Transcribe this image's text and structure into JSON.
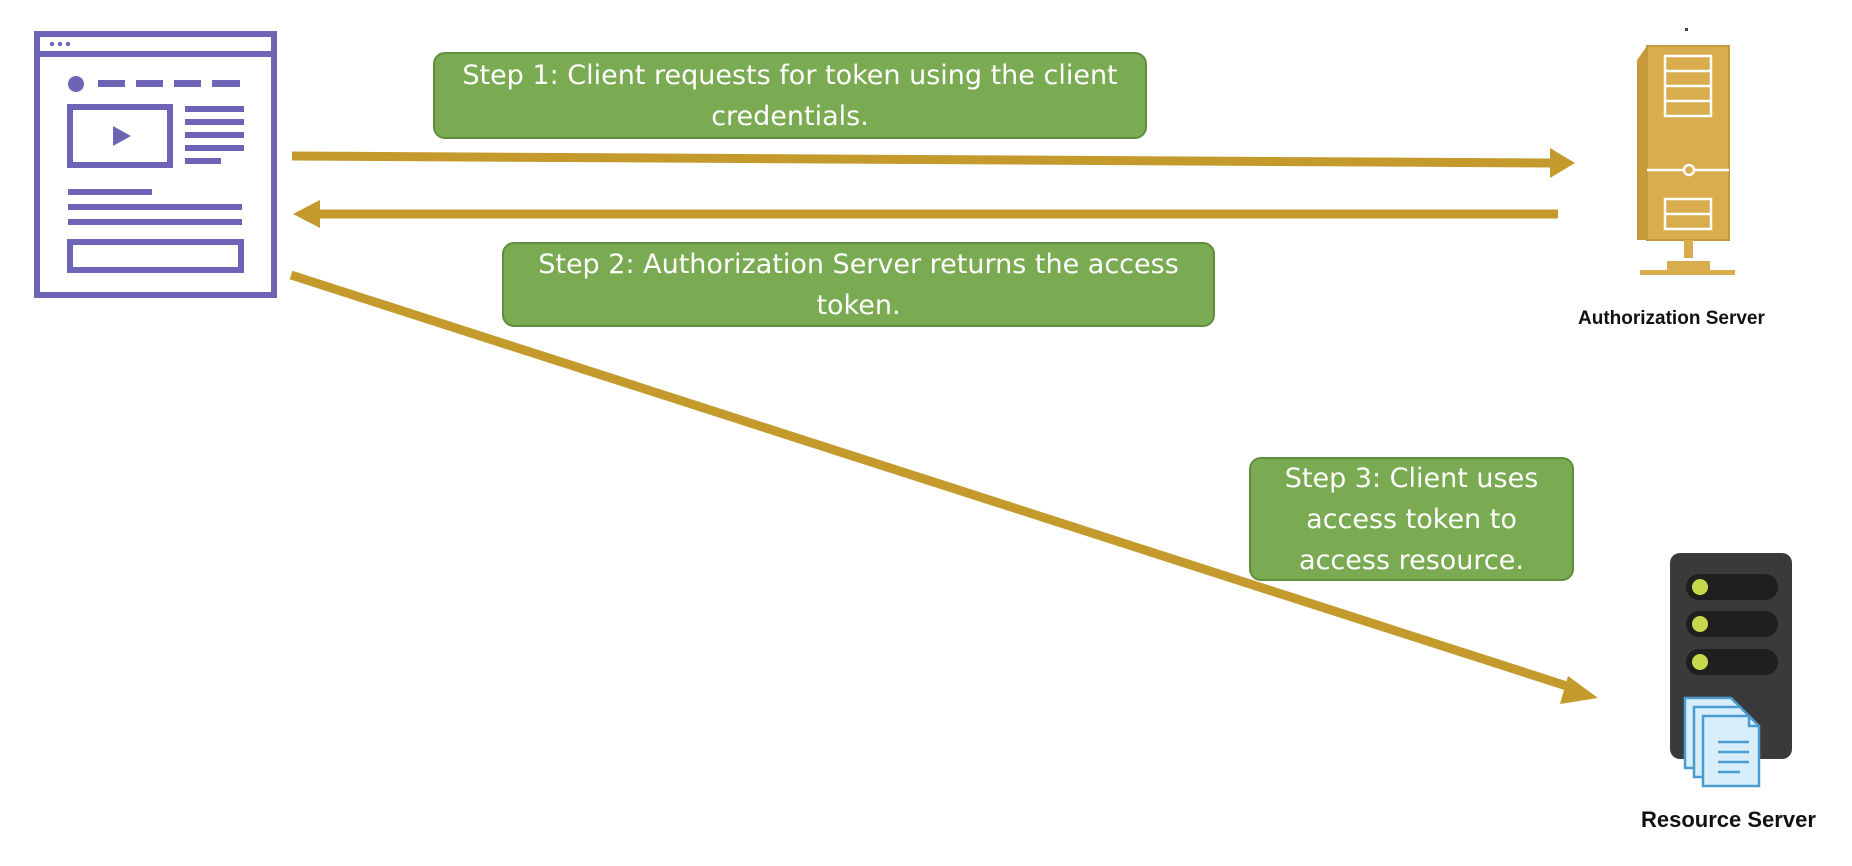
{
  "steps": {
    "step1": "Step 1: Client requests for token using the client credentials.",
    "step2": "Step 2: Authorization Server returns the access token.",
    "step3": "Step 3: Client uses access token to access resource."
  },
  "servers": {
    "authorization": {
      "label": "Authorization Server",
      "icon": "authorization-server-icon"
    },
    "resource": {
      "label": "Resource Server",
      "icon": "resource-server-icon"
    }
  },
  "client": {
    "icon": "client-browser-icon"
  },
  "colors": {
    "arrow": "#c49a2c",
    "step_box": "#7aaa52",
    "client_outline": "#6e64b5",
    "auth_server": "#d9ad4d",
    "resource_server": "#3a3a3a",
    "indicator": "#c6d94a",
    "documents": "#7cc3ea"
  }
}
